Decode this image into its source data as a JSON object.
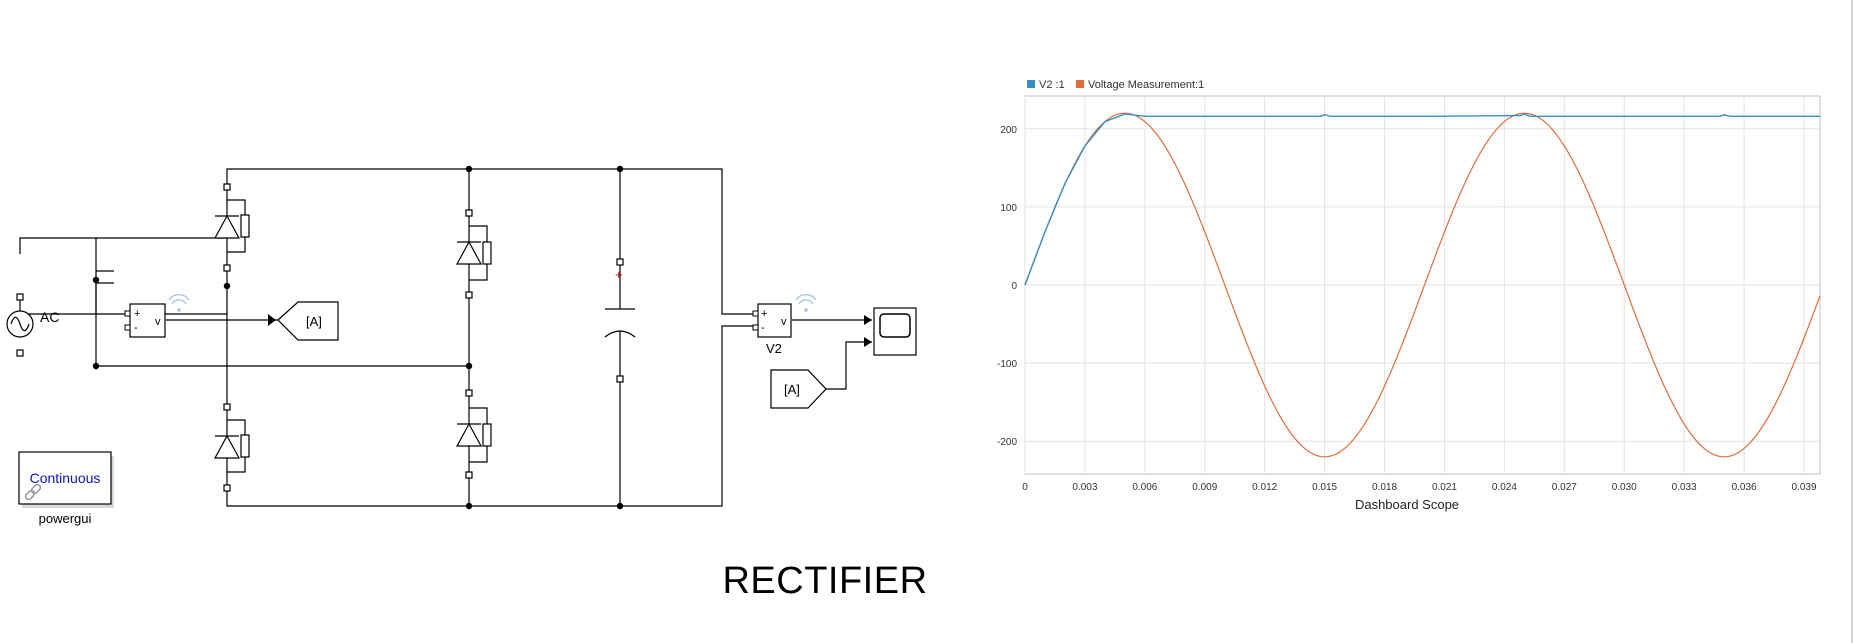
{
  "title": "RECTIFIER",
  "blocks": {
    "ac_source_label": "AC",
    "powergui_mode": "Continuous",
    "powergui_label": "powergui",
    "voltage_meter1_plus": "+",
    "voltage_meter1_minus": "-",
    "voltage_meter1_v": "v",
    "voltage_meter2_plus": "+",
    "voltage_meter2_minus": "-",
    "voltage_meter2_v": "v",
    "voltage_meter2_label": "V2",
    "goto_tag": "[A]",
    "from_tag": "[A]"
  },
  "chart_data": {
    "type": "line",
    "title": "",
    "xlabel": "Dashboard Scope",
    "ylabel": "",
    "xlim": [
      0,
      0.0398
    ],
    "ylim": [
      -242,
      242
    ],
    "x_ticks": [
      "0",
      "0.003",
      "0.006",
      "0.009",
      "0.012",
      "0.015",
      "0.018",
      "0.021",
      "0.024",
      "0.027",
      "0.030",
      "0.033",
      "0.036",
      "0.039"
    ],
    "y_ticks": [
      "200",
      "100",
      "0",
      "-100",
      "-200"
    ],
    "grid": true,
    "legend": "top-left",
    "series": [
      {
        "name": "V2 :1",
        "color": "#3a8dc4",
        "x": [
          0,
          0.001,
          0.002,
          0.003,
          0.004,
          0.005,
          0.006,
          0.01,
          0.0148,
          0.015,
          0.0153,
          0.02,
          0.0248,
          0.025,
          0.0253,
          0.03,
          0.0348,
          0.035,
          0.0353,
          0.0398
        ],
        "y": [
          0,
          68,
          130,
          178,
          209,
          219,
          216,
          216,
          216,
          218,
          216,
          216,
          217,
          219,
          216,
          216,
          216,
          218,
          216,
          216
        ]
      },
      {
        "name": "Voltage Measurement:1",
        "color": "#e06d3d",
        "amplitude": 220,
        "frequency_hz": 50,
        "x_start": 0,
        "x_end": 0.0398,
        "function": "sine"
      }
    ]
  }
}
